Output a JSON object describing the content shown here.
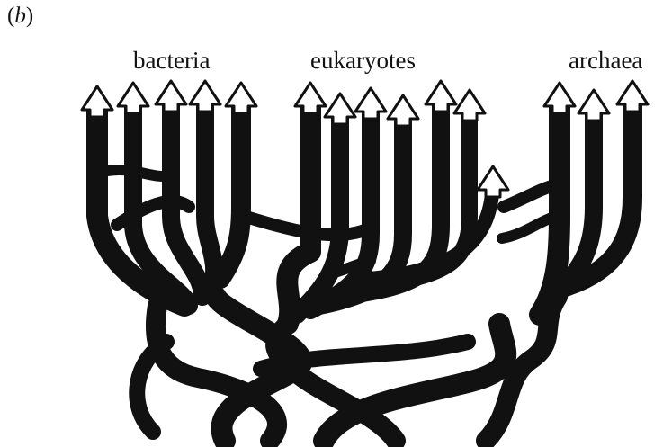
{
  "panel": {
    "open": "(",
    "letter": "b",
    "close": ")"
  },
  "labels": {
    "bacteria": "bacteria",
    "eukaryotes": "eukaryotes",
    "archaea": "archaea"
  },
  "colors": {
    "ink": "#111111",
    "background": "#ffffff"
  }
}
